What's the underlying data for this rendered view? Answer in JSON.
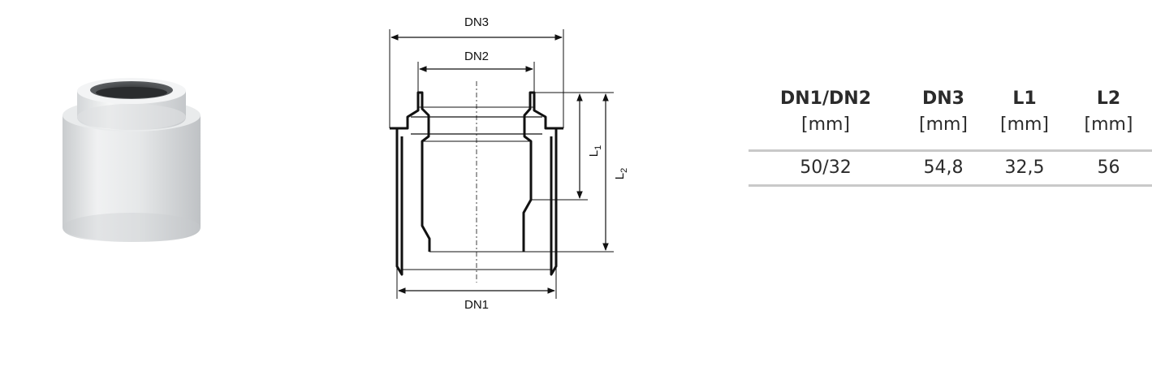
{
  "drawing": {
    "dn1_label": "DN1",
    "dn2_label": "DN2",
    "dn3_label": "DN3",
    "l1_label": "L",
    "l1_sub": "1",
    "l2_label": "L",
    "l2_sub": "2"
  },
  "table": {
    "headers": [
      {
        "name": "DN1/DN2",
        "unit": "[mm]"
      },
      {
        "name": "DN3",
        "unit": "[mm]"
      },
      {
        "name": "L1",
        "unit": "[mm]"
      },
      {
        "name": "L2",
        "unit": "[mm]"
      }
    ],
    "rows": [
      [
        "50/32",
        "54,8",
        "32,5",
        "56"
      ]
    ]
  }
}
